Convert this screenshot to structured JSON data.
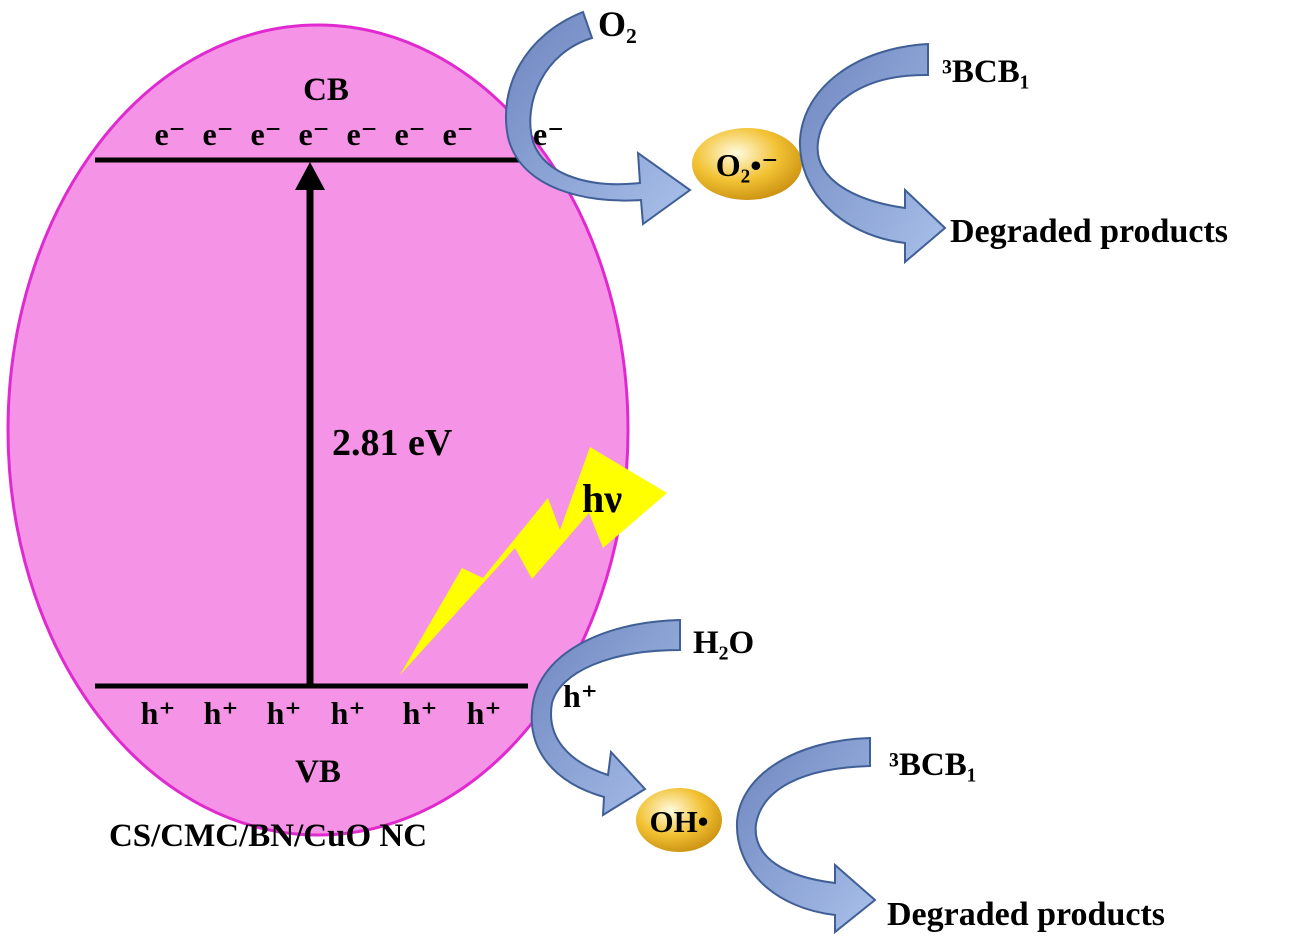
{
  "cb": {
    "label": "CB",
    "electrons": [
      "e⁻",
      "e⁻",
      "e⁻",
      "e⁻",
      "e⁻",
      "e⁻",
      "e⁻"
    ]
  },
  "vb": {
    "label": "VB",
    "holes": [
      "h⁺",
      "h⁺",
      "h⁺",
      "h⁺",
      "h⁺",
      "h⁺"
    ]
  },
  "band_gap": {
    "value": "2.81 eV"
  },
  "light": {
    "label": "hν"
  },
  "material": {
    "label": "CS/CMC/BN/CuO NC"
  },
  "oxidation_path": {
    "reactant": "O₂",
    "carrier": "e⁻",
    "radical": "O₂•⁻",
    "pollutant": "³BCB₁",
    "product": "Degraded products"
  },
  "reduction_path": {
    "reactant": "H₂O",
    "carrier": "h⁺",
    "radical": "OH•",
    "pollutant": "³BCB₁",
    "product": "Degraded products"
  },
  "colors": {
    "particle_fill": "#f593e6",
    "particle_stroke": "#e02ad0",
    "arrow_fill": "#7f9bd0",
    "arrow_stroke": "#3f5f96",
    "lightning": "#ffff00",
    "radical_ball": "#f2c233"
  }
}
